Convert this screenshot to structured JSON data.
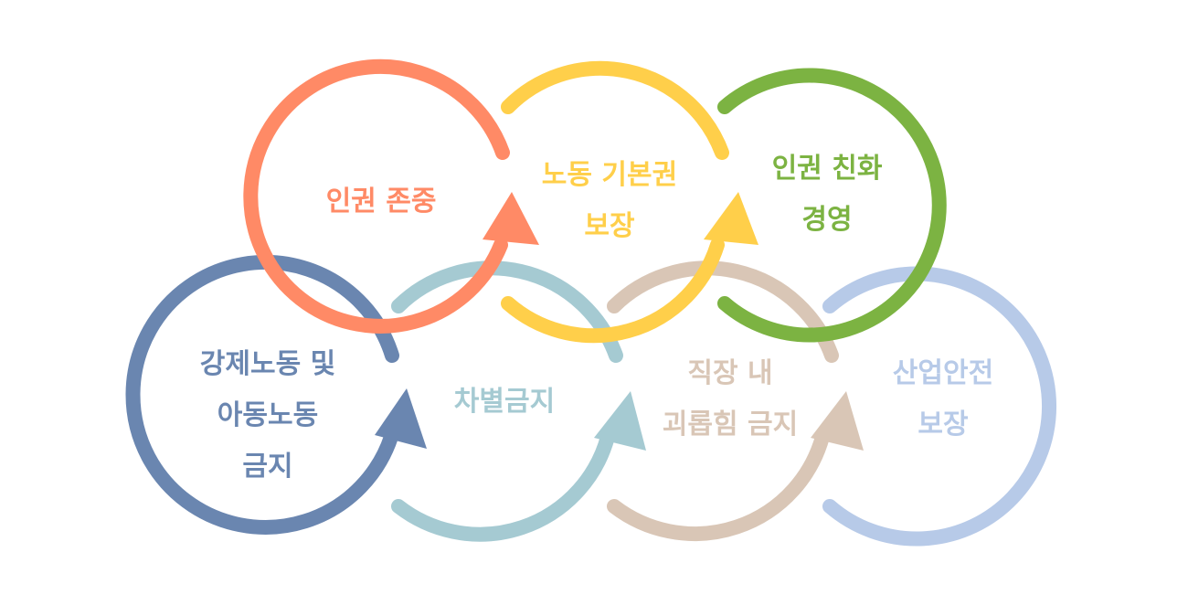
{
  "nodes": [
    {
      "id": "human-rights-respect",
      "color": "#FF8A66",
      "lines": [
        "인권 존중"
      ]
    },
    {
      "id": "labor-rights",
      "color": "#FFCF4A",
      "lines": [
        "노동 기본권",
        "보장"
      ]
    },
    {
      "id": "human-rights-management",
      "color": "#7CB342",
      "lines": [
        "인권 친화",
        "경영"
      ]
    },
    {
      "id": "forced-child-labor",
      "color": "#6A86B0",
      "lines": [
        "강제노동 및",
        "아동노동",
        "금지"
      ]
    },
    {
      "id": "anti-discrimination",
      "color": "#A5CAD2",
      "lines": [
        "차별금지"
      ]
    },
    {
      "id": "anti-harassment",
      "color": "#D9C6B6",
      "lines": [
        "직장 내",
        "괴롭힘 금지"
      ]
    },
    {
      "id": "industrial-safety",
      "color": "#B7CAE8",
      "lines": [
        "산업안전",
        "보장"
      ]
    }
  ]
}
